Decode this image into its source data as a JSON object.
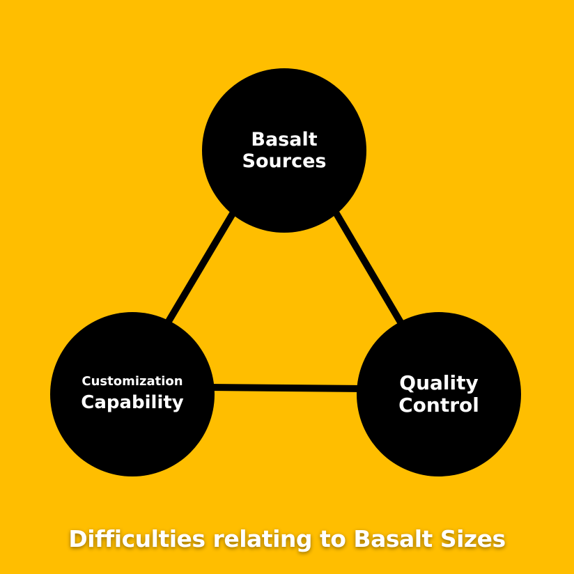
{
  "colors": {
    "background": "#FFBE00",
    "node_fill": "#000000",
    "node_text": "#FFFFFF",
    "connector": "#000000",
    "caption_text": "#FFFFFF"
  },
  "nodes": {
    "top": {
      "line1": "Basalt",
      "line2": "Sources"
    },
    "left": {
      "line1": "Customization",
      "line2": "Capability"
    },
    "right": {
      "line1": "Quality",
      "line2": "Control"
    }
  },
  "caption": "Difficulties relating to Basalt Sizes"
}
